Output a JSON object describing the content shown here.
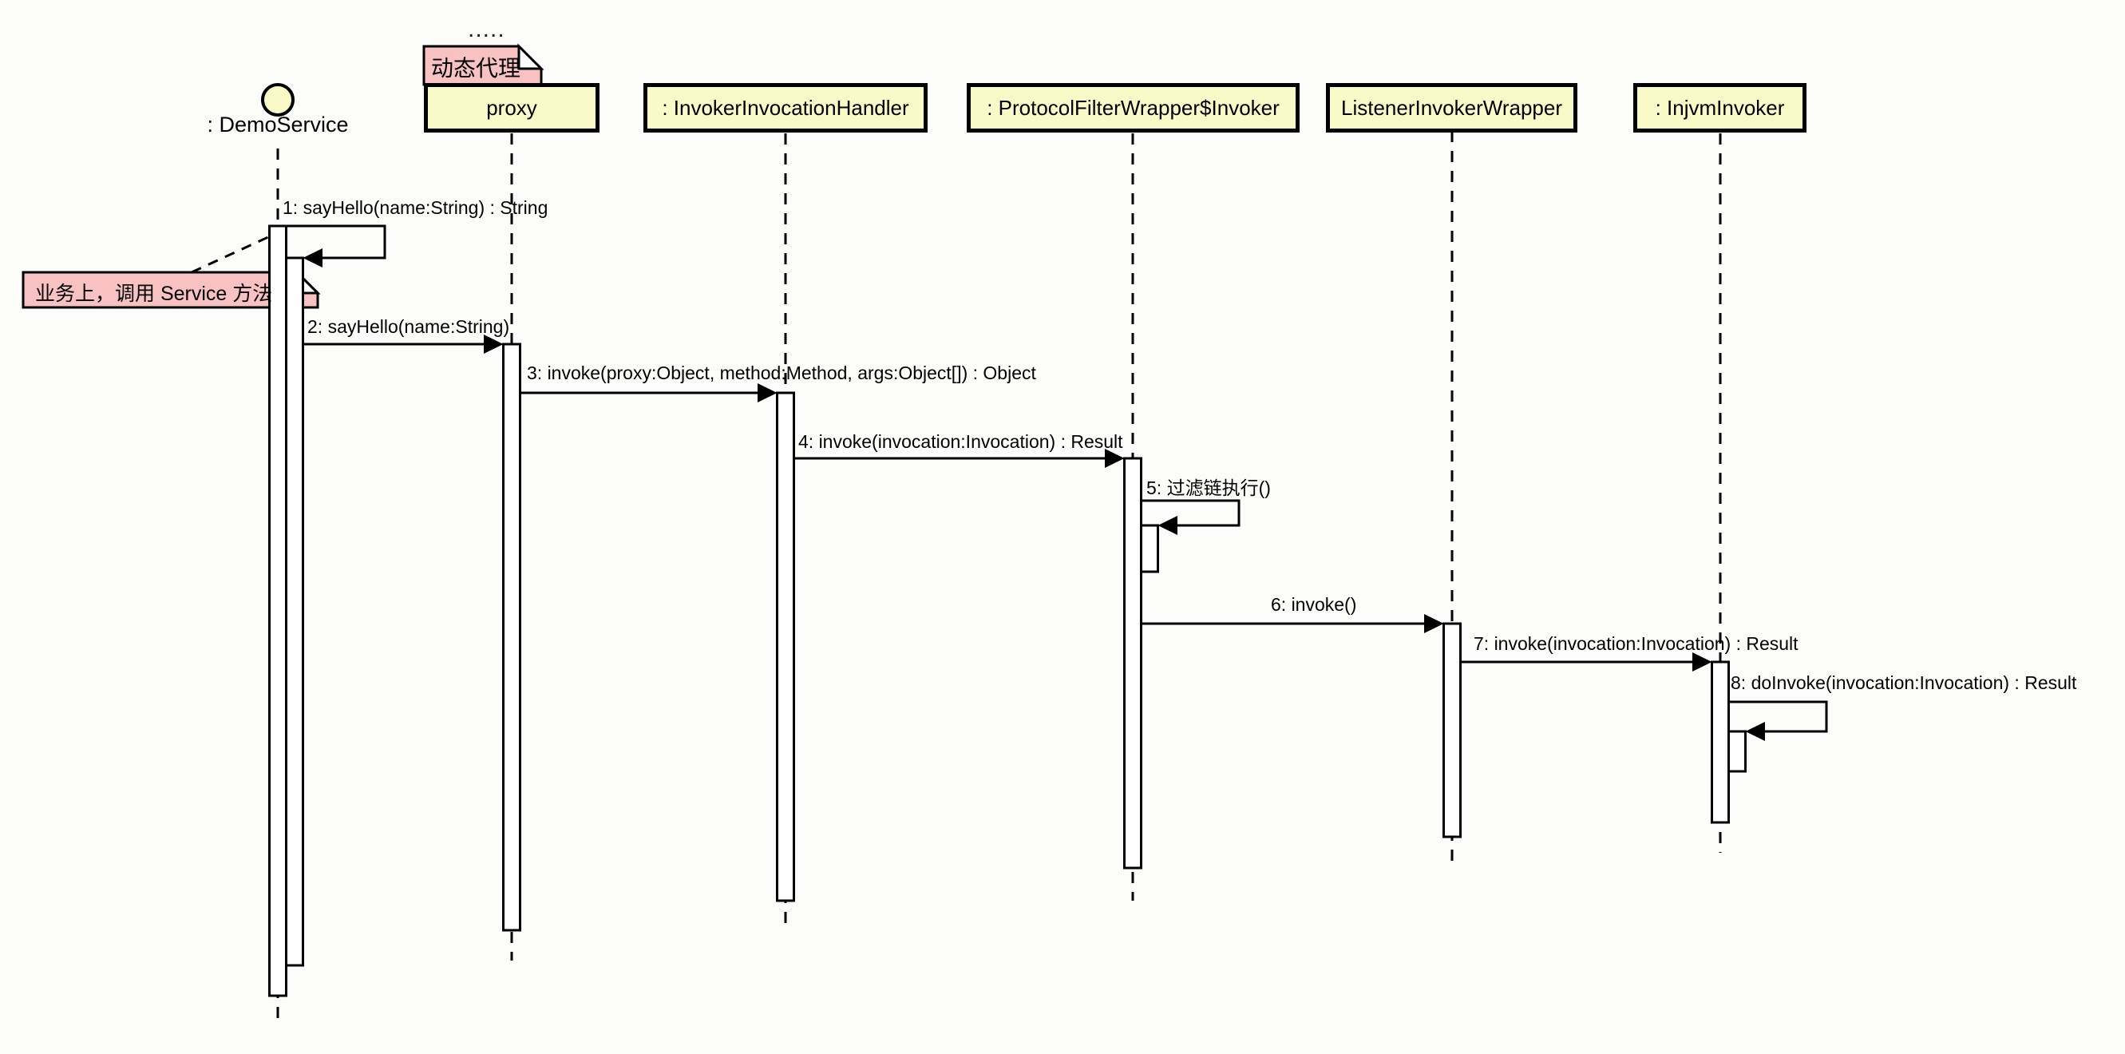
{
  "diagram": {
    "kind": "uml-sequence-diagram",
    "colors": {
      "background": "#FCFCFB",
      "lifeline_head_fill": "#FAFAC8",
      "note_fill": "#F8C2C2",
      "activation_fill": "#FFFFFF",
      "line": "#000000"
    }
  },
  "decorations": {
    "dots": "....."
  },
  "lifelines": [
    {
      "label": ": DemoService",
      "kind": "actor"
    },
    {
      "label": "proxy",
      "kind": "object"
    },
    {
      "label": ": InvokerInvocationHandler",
      "kind": "object"
    },
    {
      "label": ": ProtocolFilterWrapper$Invoker",
      "kind": "object"
    },
    {
      "label": "ListenerInvokerWrapper",
      "kind": "object"
    },
    {
      "label": ": InjvmInvoker",
      "kind": "object"
    }
  ],
  "notes": [
    {
      "text": "动态代理",
      "attached_to": "proxy"
    },
    {
      "text": "业务上，调用 Service 方法",
      "attached_to": ": DemoService"
    }
  ],
  "messages": [
    {
      "num": 1,
      "label": "1: sayHello(name:String) : String",
      "from": ": DemoService",
      "to": ": DemoService",
      "kind": "self"
    },
    {
      "num": 2,
      "label": "2: sayHello(name:String)",
      "from": ": DemoService",
      "to": "proxy",
      "kind": "call"
    },
    {
      "num": 3,
      "label": "3: invoke(proxy:Object, method:Method, args:Object[]) : Object",
      "from": "proxy",
      "to": ": InvokerInvocationHandler",
      "kind": "call"
    },
    {
      "num": 4,
      "label": "4: invoke(invocation:Invocation) : Result",
      "from": ": InvokerInvocationHandler",
      "to": ": ProtocolFilterWrapper$Invoker",
      "kind": "call"
    },
    {
      "num": 5,
      "label": "5: 过滤链执行()",
      "from": ": ProtocolFilterWrapper$Invoker",
      "to": ": ProtocolFilterWrapper$Invoker",
      "kind": "self"
    },
    {
      "num": 6,
      "label": "6: invoke()",
      "from": ": ProtocolFilterWrapper$Invoker",
      "to": "ListenerInvokerWrapper",
      "kind": "call"
    },
    {
      "num": 7,
      "label": "7: invoke(invocation:Invocation) : Result",
      "from": "ListenerInvokerWrapper",
      "to": ": InjvmInvoker",
      "kind": "call"
    },
    {
      "num": 8,
      "label": "8: doInvoke(invocation:Invocation) : Result",
      "from": ": InjvmInvoker",
      "to": ": InjvmInvoker",
      "kind": "self"
    }
  ]
}
